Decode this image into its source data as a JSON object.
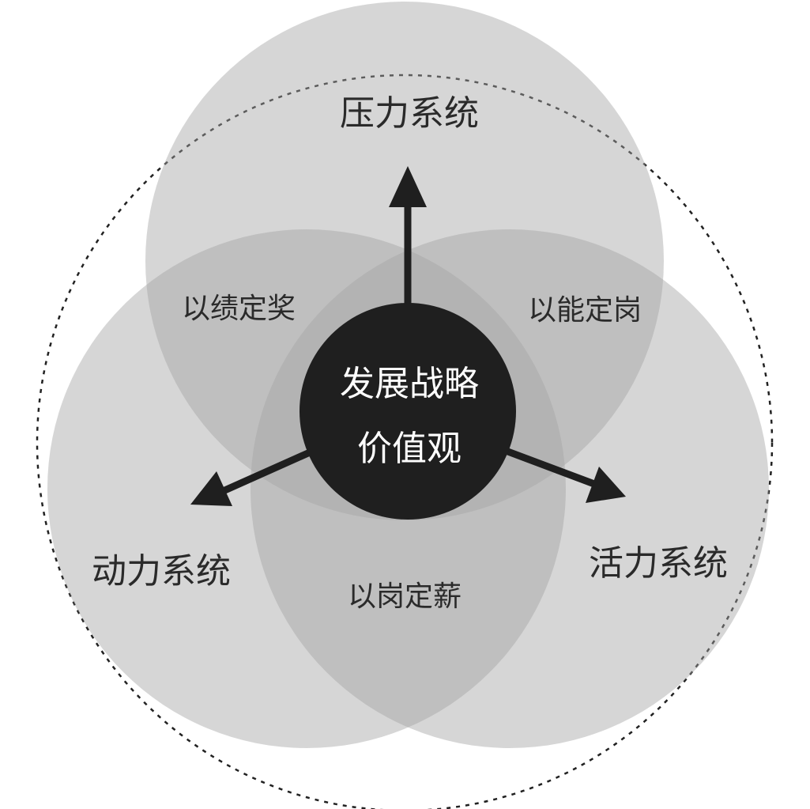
{
  "systems": {
    "top": "压力系统",
    "left": "动力系统",
    "right": "活力系统"
  },
  "overlaps": {
    "top_left": "以绩定奖",
    "top_right": "以能定岗",
    "bottom": "以岗定薪"
  },
  "core": {
    "line1": "发展战略",
    "line2": "价值观"
  },
  "colors": {
    "circle_fill": "#a3a3a3",
    "core_fill": "#1f1f1f",
    "arrow": "#1f1f1f",
    "text": "#2a2a2a"
  }
}
